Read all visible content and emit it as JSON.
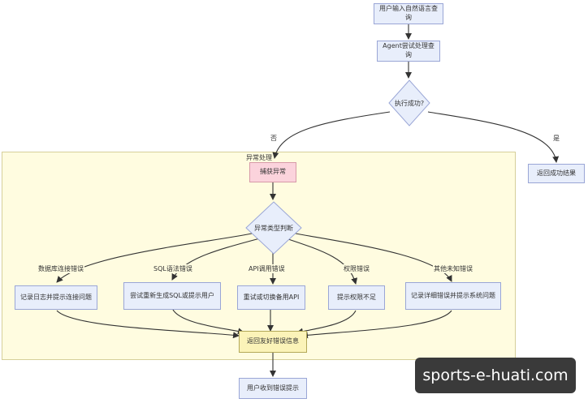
{
  "nodes": {
    "user_input": "用户输入自然语言查询",
    "agent_try": "Agent尝试处理查询",
    "exec_success": "执行成功?",
    "return_result": "返回成功结果",
    "catch_exception": "捕获异常",
    "exception_type": "异常类型判断",
    "log_conn": "记录日志并提示连接问题",
    "regen_sql": "尝试重新生成SQL或提示用户",
    "retry_api": "重试或切换备用API",
    "perm_denied": "提示权限不足",
    "log_detail": "记录详细错误并提示系统问题",
    "return_friendly": "返回友好错误信息",
    "user_receive": "用户收到错误提示"
  },
  "group_label": "异常处理",
  "edge_labels": {
    "no": "否",
    "yes": "是",
    "db_conn_error": "数据库连接错误",
    "sql_syntax_error": "SQL语法错误",
    "api_call_error": "API调用错误",
    "permission_error": "权限错误",
    "unknown_error": "其他未知错误"
  },
  "watermark": "sports-e-huati.com",
  "colors": {
    "blue_fill": "#e8eefb",
    "pink_fill": "#fbd3dc",
    "yellow_fill": "#fbf3b8",
    "group_fill": "#fffce0",
    "edge": "#333333"
  }
}
